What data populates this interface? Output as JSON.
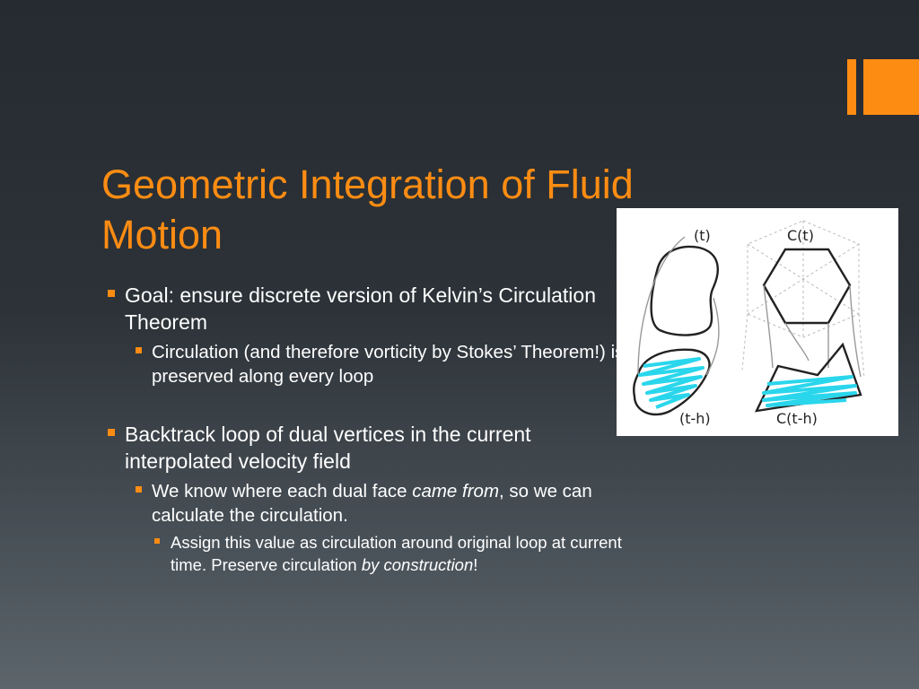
{
  "slide": {
    "title": "Geometric Integration of Fluid Motion",
    "accent_color": "#fd8c13",
    "background_colors": [
      "#252b30",
      "#5d656c"
    ]
  },
  "figure": {
    "labels": {
      "left_top": "(t)",
      "left_bottom": "(t-h)",
      "right_top": "C(t)",
      "right_bottom": "C(t-h)"
    },
    "highlight_color": "#2ad6ec"
  },
  "bullets": {
    "b1": {
      "text": "Goal: ensure discrete version of Kelvin’s Circulation Theorem"
    },
    "b1_1": {
      "text": "Circulation (and therefore vorticity by Stokes’ Theorem!) is preserved along every loop"
    },
    "b2": {
      "text": "Backtrack loop of dual vertices in the current interpolated velocity field"
    },
    "b2_1": {
      "pre": "We know where each dual face ",
      "em": "came from",
      "post": ", so we can calculate the circulation."
    },
    "b2_1_1": {
      "pre": "Assign this value as circulation around original loop at current time.  Preserve circulation ",
      "em": "by construction",
      "post": "!"
    }
  }
}
